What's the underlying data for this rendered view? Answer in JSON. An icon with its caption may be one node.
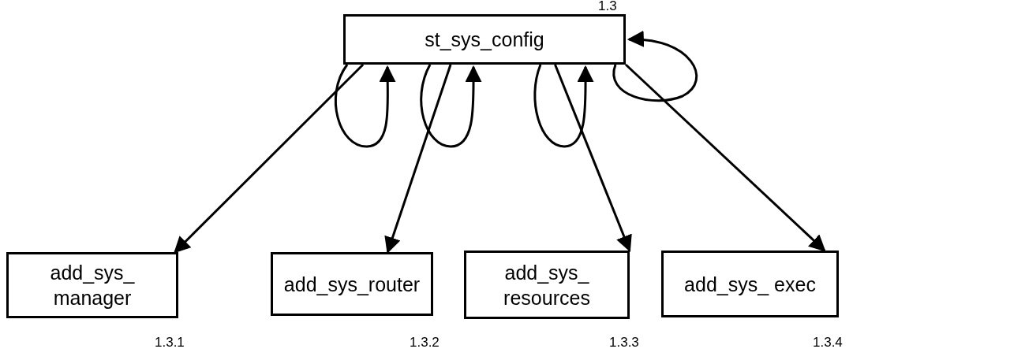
{
  "diagram": {
    "nodes": [
      {
        "text": [
          "st_sys_config"
        ],
        "beside": [
          "1.3"
        ]
      },
      {
        "text": [
          "add_sys_ manager"
        ],
        "beside": [
          "1.3.1"
        ]
      },
      {
        "text": [
          "add_sys_router"
        ],
        "beside": [
          "1.3.2"
        ]
      },
      {
        "text": [
          "add_sys_ resources"
        ],
        "beside": [
          "1.3.3"
        ]
      },
      {
        "text": [
          "add_sys_ exec"
        ],
        "beside": [
          "1.3.4"
        ]
      }
    ],
    "edges": [
      {
        "from": 0,
        "to": 0,
        "arrow": "to"
      },
      {
        "from": 0,
        "to": 1,
        "arrow": "to"
      },
      {
        "from": 0,
        "to": 0,
        "arrow": "to"
      },
      {
        "from": 0,
        "to": 2,
        "arrow": "to"
      },
      {
        "from": 0,
        "to": 0,
        "arrow": "to"
      },
      {
        "from": 0,
        "to": 3,
        "arrow": "to"
      },
      {
        "from": 0,
        "to": 0,
        "arrow": "to"
      },
      {
        "from": 0,
        "to": 4,
        "arrow": "to"
      }
    ]
  }
}
